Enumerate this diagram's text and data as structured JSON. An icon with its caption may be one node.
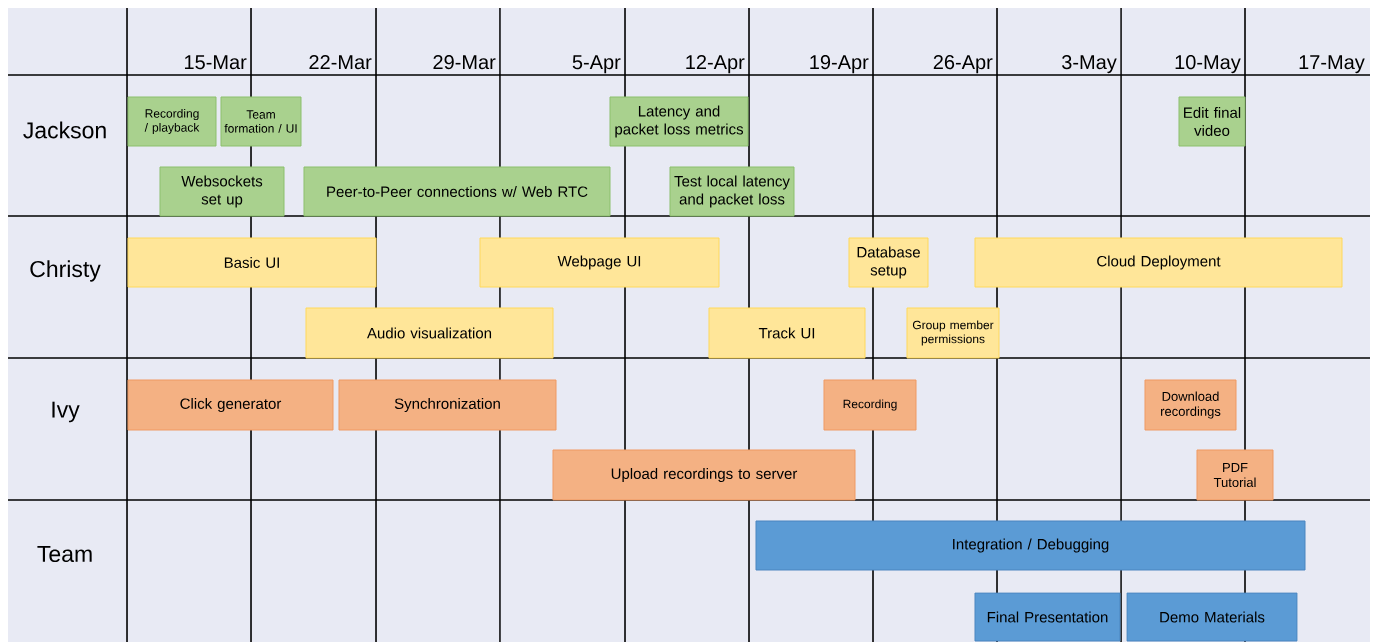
{
  "diagram": {
    "nodes": [
      {
        "text": [
          "Recording / playback"
        ]
      },
      {
        "text": [
          "Team formation / UI"
        ]
      },
      {
        "text": [
          "Latency and packet loss metrics"
        ]
      },
      {
        "text": [
          "Edit final video"
        ]
      },
      {
        "text": [
          "Websockets set up"
        ]
      },
      {
        "text": [
          "Peer-to-Peer connections w/ Web RTC"
        ]
      },
      {
        "text": [
          "Test local latency and packet loss"
        ]
      },
      {
        "text": [
          "Basic UI"
        ]
      },
      {
        "text": [
          "Webpage UI"
        ]
      },
      {
        "text": [
          "Database setup"
        ]
      },
      {
        "text": [
          "Cloud Deployment"
        ]
      },
      {
        "text": [
          "Audio visualization"
        ]
      },
      {
        "text": [
          "Track UI"
        ]
      },
      {
        "text": [
          "Group member permissions"
        ]
      },
      {
        "text": [
          "Click generator"
        ]
      },
      {
        "text": [
          "Synchronization"
        ]
      },
      {
        "text": [
          "Recording"
        ]
      },
      {
        "text": [
          "Download recordings"
        ]
      },
      {
        "text": [
          "Upload recordings to server"
        ]
      },
      {
        "text": [
          "PDF Tutorial"
        ]
      },
      {
        "text": [
          "Integration / Debugging"
        ]
      },
      {
        "text": [
          "Final Presentation"
        ]
      },
      {
        "text": [
          "Demo Materials"
        ]
      }
    ],
    "labels": [
      "15-Mar",
      "22-Mar",
      "29-Mar",
      "5-Apr",
      "12-Apr",
      "19-Apr",
      "26-Apr",
      "3-May",
      "10-May",
      "17-May",
      "Jackson",
      "Christy",
      "Ivy",
      "Team"
    ]
  }
}
